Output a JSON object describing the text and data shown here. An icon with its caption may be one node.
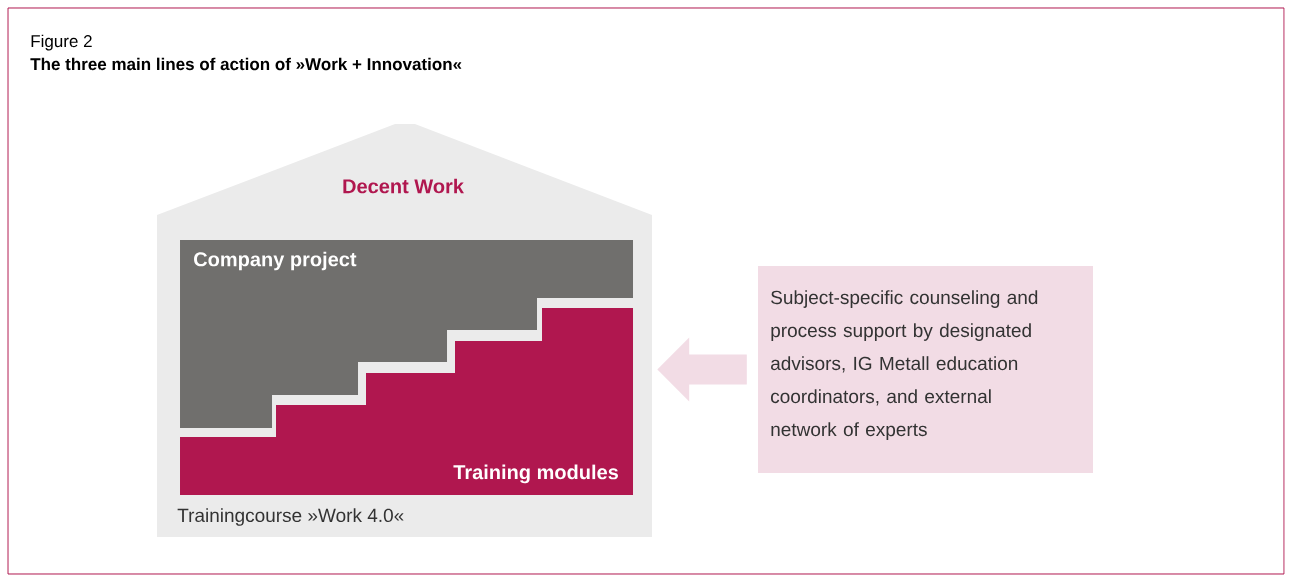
{
  "diagram": {
    "title": "The three main lines of action of »Work + Innovation«",
    "nodes": [
      {
        "text": [
          "Decent Work",
          "Trainingcourse »Work 4.0«"
        ]
      },
      {
        "text": [
          "Company project"
        ],
        "in": 0
      },
      {
        "text": [
          "Training modules"
        ],
        "in": 0
      },
      {
        "text": [
          "Subject-specific counseling and process support by designated advisors, IG Metall education coordinators, and external network of experts"
        ]
      }
    ],
    "edges": [
      {
        "from": 3,
        "to": 0,
        "arrow": "to"
      }
    ],
    "labels": [
      "Figure 2"
    ]
  }
}
